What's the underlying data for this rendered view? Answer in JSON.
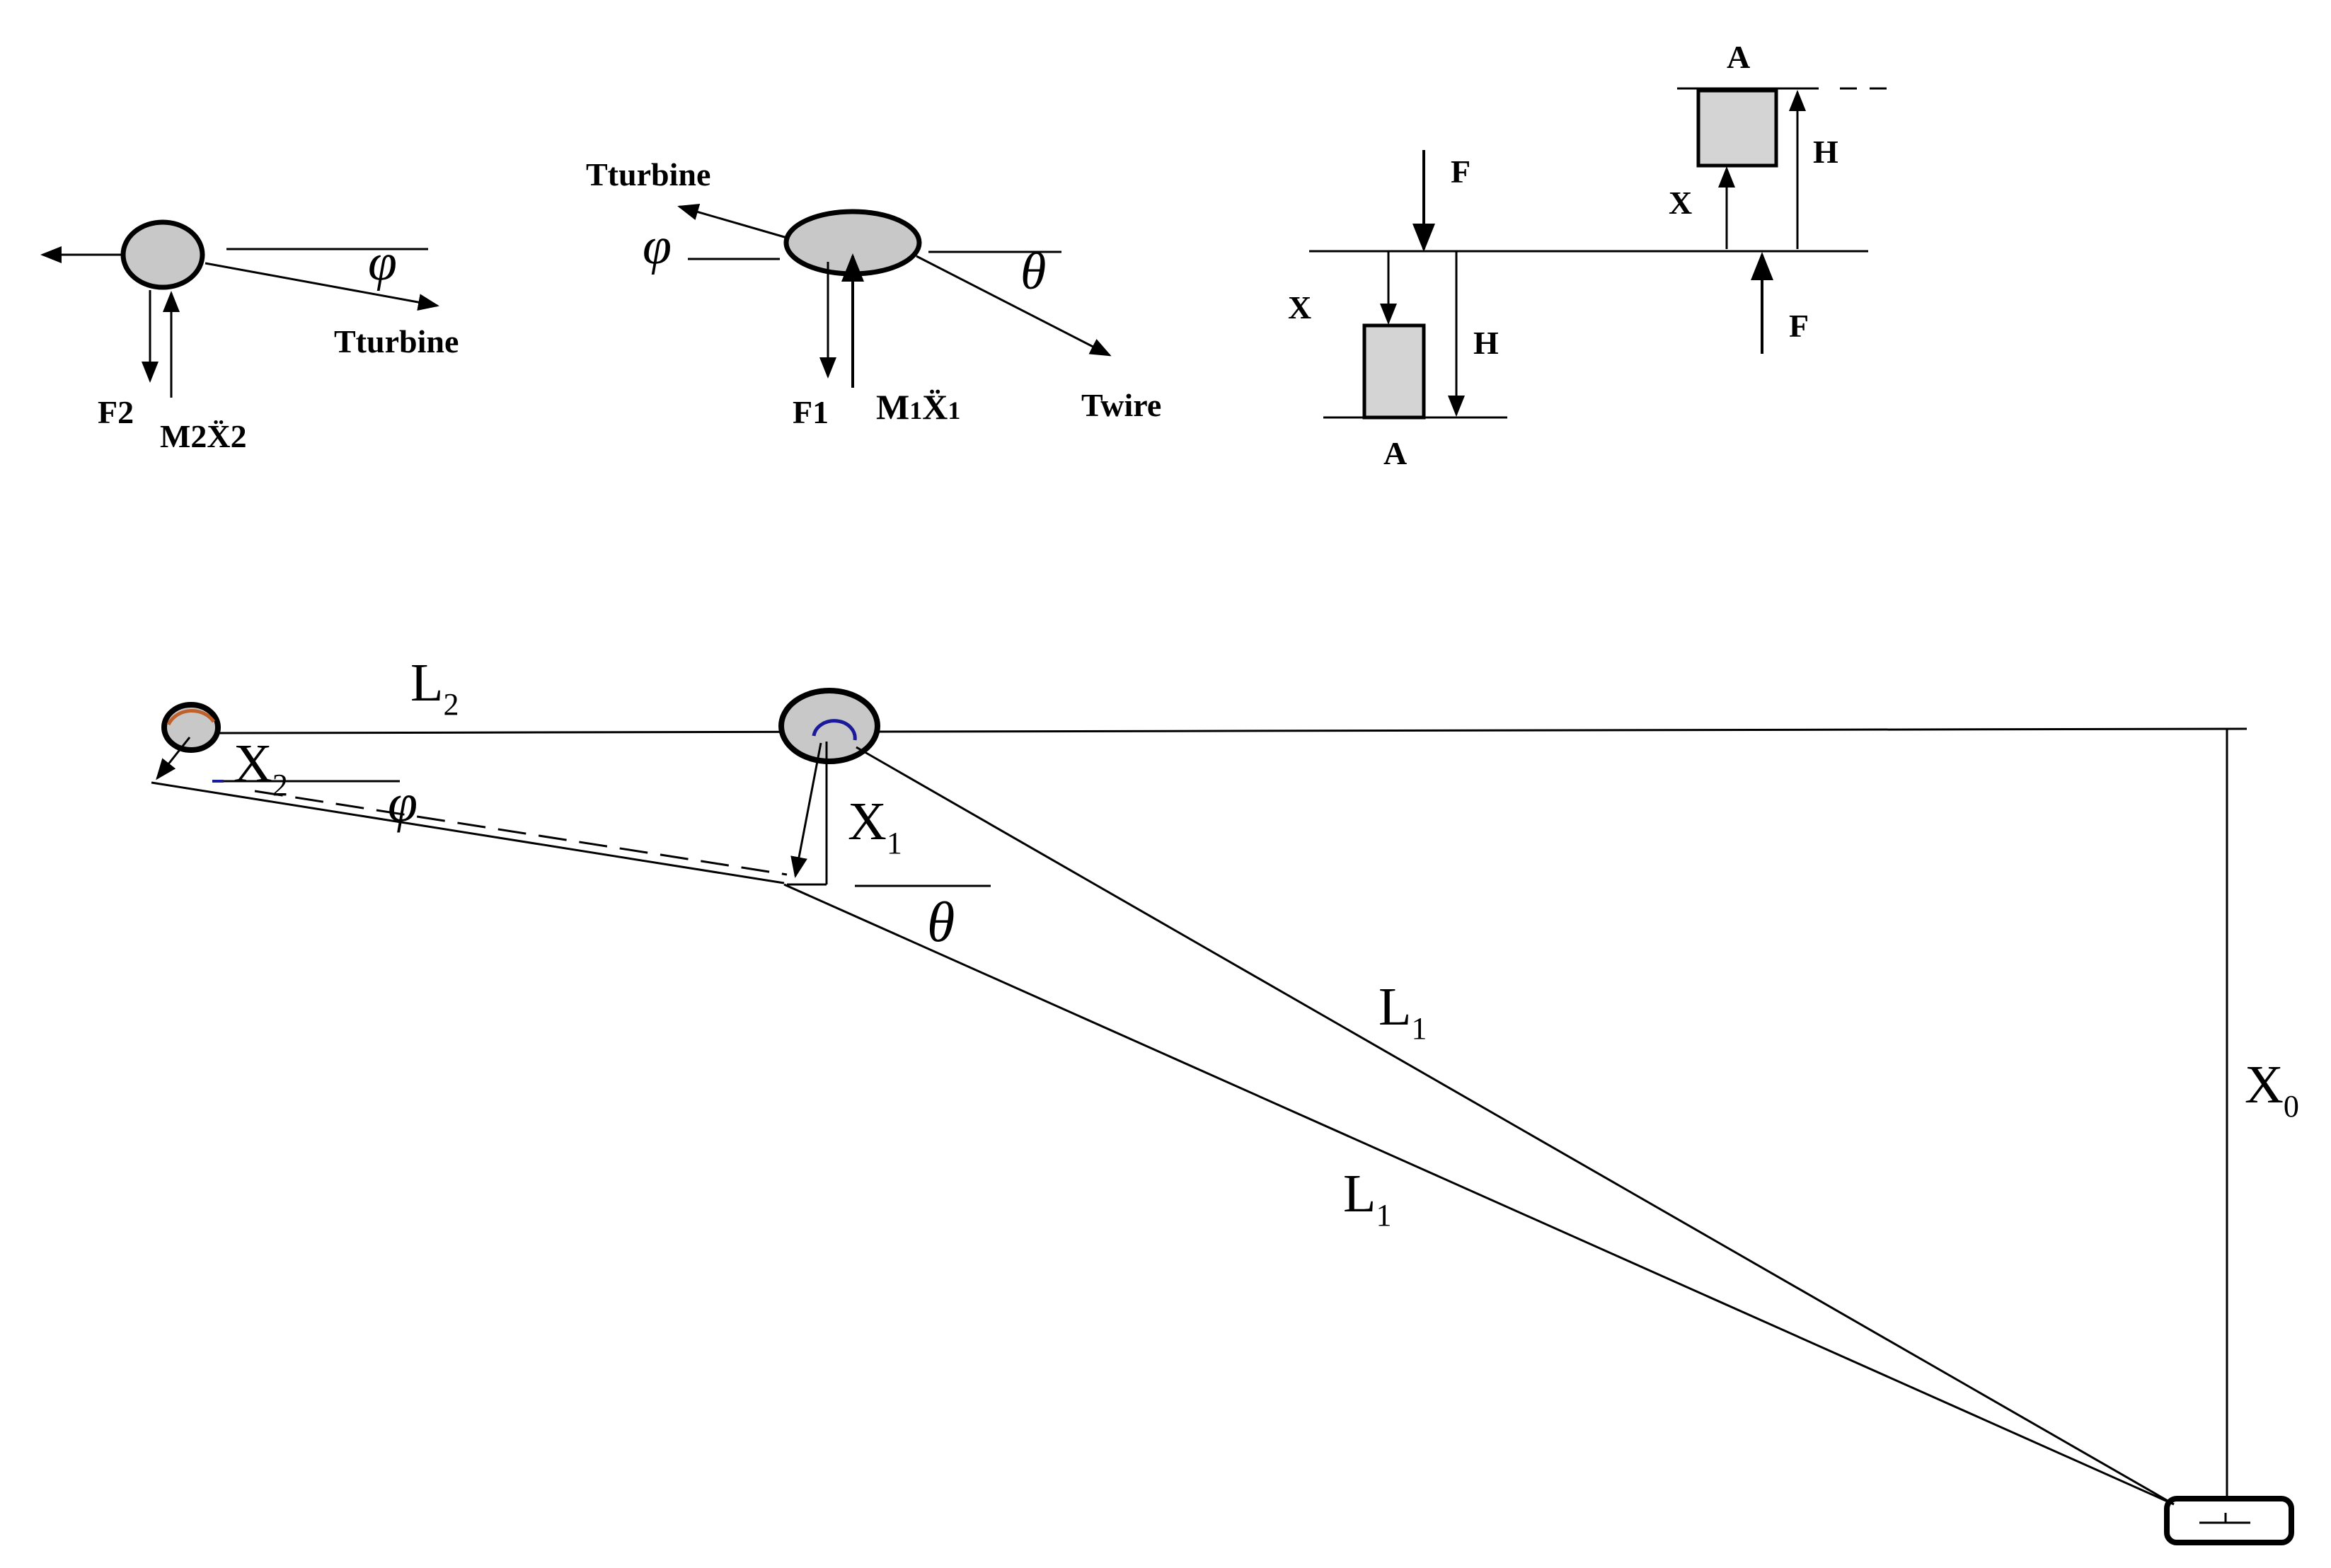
{
  "colors": {
    "ink": "#000000",
    "body_fill": "#c8c8c8",
    "box_fill": "#d4d4d4",
    "accent_orange": "#c0602a",
    "accent_blue": "#1a1a9a"
  },
  "fbd_small_body": {
    "angle": "φ",
    "tension": "Tturbine",
    "force": "F2",
    "inertia": "M2Ẍ2"
  },
  "fbd_large_body": {
    "tension_up": "Tturbine",
    "angle_phi": "φ",
    "angle_theta": "θ",
    "tension_down": "Twire",
    "force": "F1",
    "inertia_prefix": "M",
    "inertia_sub": "1",
    "inertia_main": "Ẍ",
    "inertia_sub2": "1"
  },
  "buoyancy_sketch": {
    "box_label_bottom": "A",
    "box_label_top": "A",
    "force_left": "F",
    "force_right": "F",
    "disp_left": "X",
    "disp_right": "X",
    "height_left": "H",
    "height_right": "H"
  },
  "geometry_sketch": {
    "len2_main": "L",
    "len2_sub": "2",
    "x2_main": "X",
    "x2_sub": "2",
    "phi": "φ",
    "x1_main": "X",
    "x1_sub": "1",
    "theta": "θ",
    "len1a_main": "L",
    "len1a_sub": "1",
    "len1b_main": "L",
    "len1b_sub": "1",
    "x0_main": "X",
    "x0_sub": "0"
  }
}
